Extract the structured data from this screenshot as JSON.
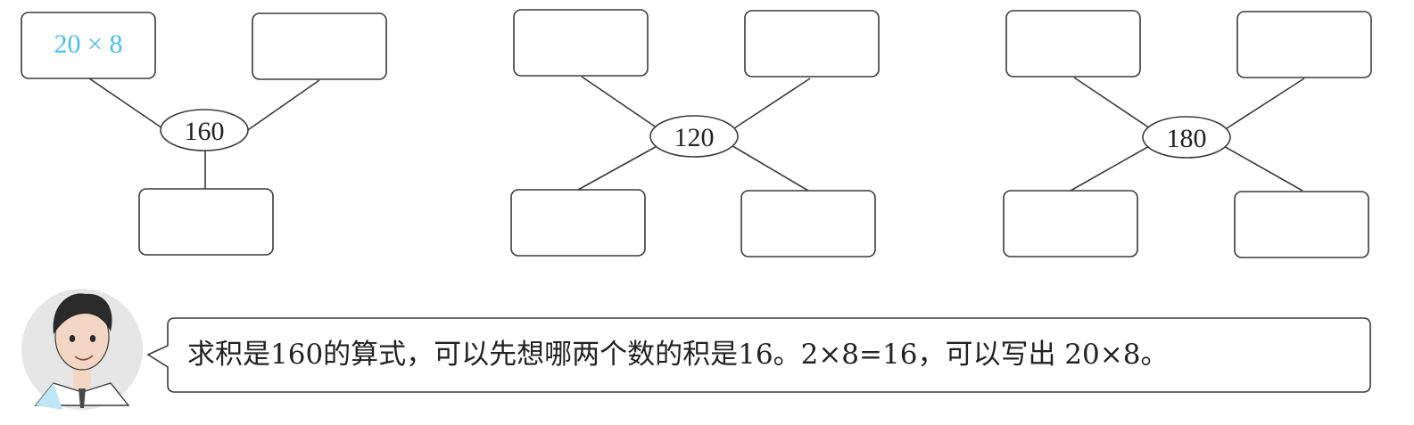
{
  "groups": [
    {
      "center": "160",
      "slots": [
        "20 × 8",
        "",
        ""
      ]
    },
    {
      "center": "120",
      "slots": [
        "",
        "",
        "",
        ""
      ]
    },
    {
      "center": "180",
      "slots": [
        "",
        "",
        "",
        ""
      ]
    }
  ],
  "hint": {
    "text": "求积是160的算式，可以先想哪两个数的积是16。2×8=16，可以写出 20×8。"
  },
  "colors": {
    "answer": "#4dbde8",
    "stroke": "#3a3a3a",
    "skin": "#f4d6c4",
    "hair": "#2a2a2a",
    "avatar_bg": "#e6e6e6"
  },
  "icons": {
    "avatar": "boy-avatar-icon"
  }
}
